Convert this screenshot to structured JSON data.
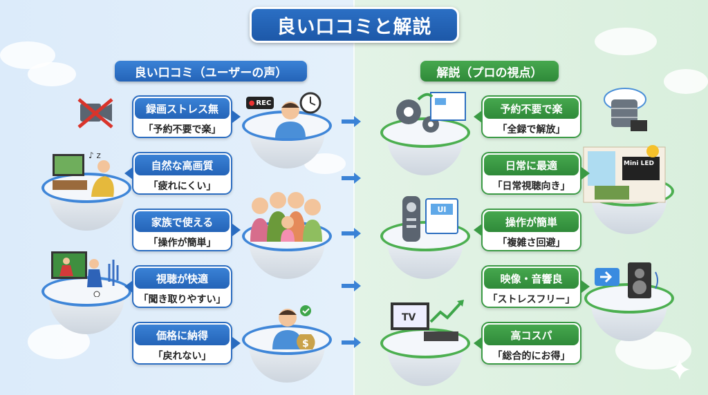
{
  "title": "良い口コミと解説",
  "left_header": "良い口コミ（ユーザーの声）",
  "right_header": "解説（プロの視点）",
  "left_items": [
    {
      "heading": "録画ストレス無",
      "quote": "「予約不要で楽」"
    },
    {
      "heading": "自然な高画質",
      "quote": "「疲れにくい」"
    },
    {
      "heading": "家族で使える",
      "quote": "「操作が簡単」"
    },
    {
      "heading": "視聴が快適",
      "quote": "「聞き取りやすい」"
    },
    {
      "heading": "価格に納得",
      "quote": "「戻れない」"
    }
  ],
  "right_items": [
    {
      "heading": "予約不要で楽",
      "quote": "「全録で解放」"
    },
    {
      "heading": "日常に最適",
      "quote": "「日常視聴向き」"
    },
    {
      "heading": "操作が簡単",
      "quote": "「複雑さ回避」"
    },
    {
      "heading": "映像・音響良",
      "quote": "「ストレスフリー」"
    },
    {
      "heading": "高コスパ",
      "quote": "「総合的にお得」"
    }
  ],
  "icon_labels": {
    "rec": "REC",
    "ui": "UI",
    "tv": "TV",
    "miniled": "Mini LED"
  },
  "colors": {
    "blue": "#2464b8",
    "green": "#2f8a39"
  }
}
